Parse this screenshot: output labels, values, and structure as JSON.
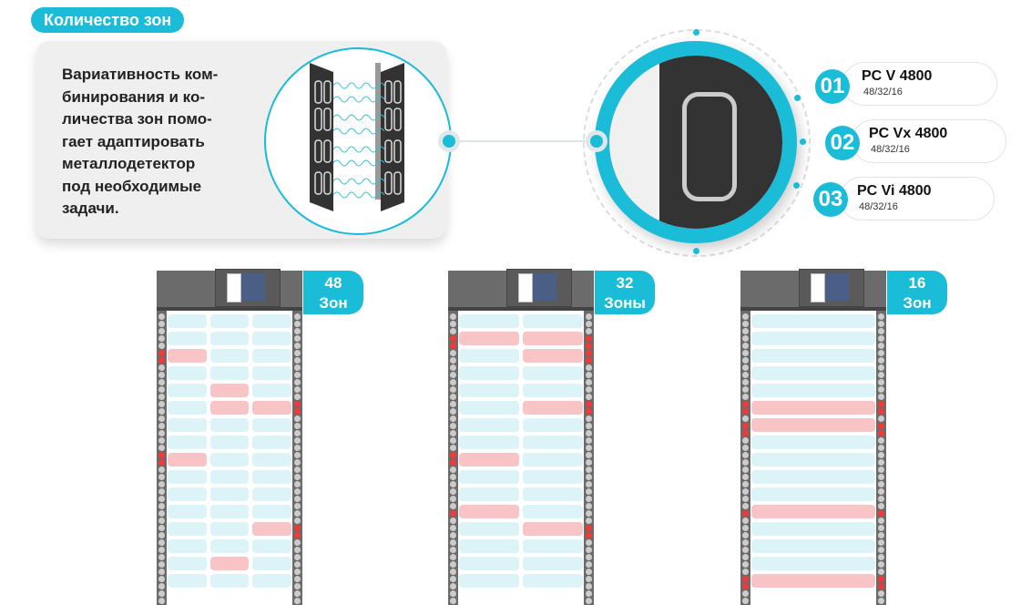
{
  "title": "Количество зон",
  "description": "Вариативность ком-бинирования и ко-личества зон помо-гает адаптировать металлодетектор под необходимые задачи.",
  "description_lines": [
    "Вариативность ком-",
    "бинирования и ко-",
    "личества зон помо-",
    "гает адаптировать",
    "металлодетектор",
    "под необходимые",
    "задачи."
  ],
  "models": [
    {
      "num": "01",
      "name": "PC V 4800",
      "zones": "48/32/16"
    },
    {
      "num": "02",
      "name": "PC Vx 4800",
      "zones": "48/32/16"
    },
    {
      "num": "03",
      "name": "PC Vi 4800",
      "zones": "48/32/16"
    }
  ],
  "gates": [
    {
      "count": "48",
      "unit": "Зон",
      "cols": 3,
      "rows": 16,
      "red": [
        [
          2,
          0
        ],
        [
          4,
          1
        ],
        [
          5,
          1
        ],
        [
          5,
          2
        ],
        [
          8,
          0
        ],
        [
          12,
          2
        ],
        [
          14,
          1
        ]
      ]
    },
    {
      "count": "32",
      "unit": "Зоны",
      "cols": 2,
      "rows": 16,
      "red": [
        [
          1,
          0
        ],
        [
          1,
          1
        ],
        [
          2,
          1
        ],
        [
          5,
          1
        ],
        [
          8,
          0
        ],
        [
          11,
          0
        ],
        [
          12,
          1
        ]
      ]
    },
    {
      "count": "16",
      "unit": "Зон",
      "cols": 1,
      "rows": 16,
      "red": [
        [
          5,
          0
        ],
        [
          6,
          0
        ],
        [
          11,
          0
        ],
        [
          15,
          0
        ]
      ]
    }
  ],
  "colors": {
    "accent": "#1bbcd7",
    "alarm": "#f03a3a",
    "zone_idle": "#dcf4f8",
    "zone_alarm": "#f9c4c6"
  }
}
